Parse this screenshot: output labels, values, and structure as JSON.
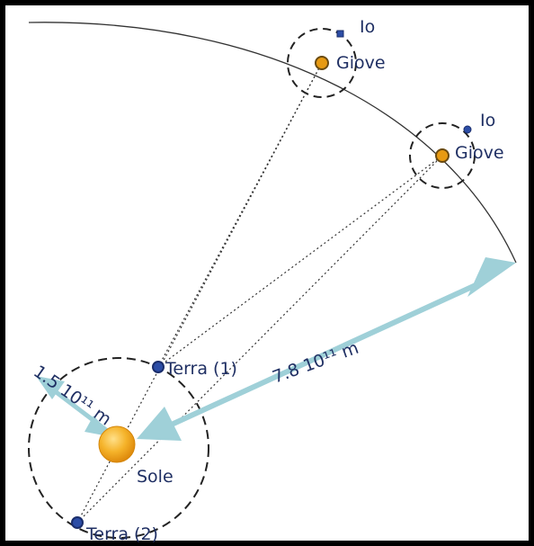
{
  "diagram": {
    "sun_label": "Sole",
    "earth1_label": "Terra (1)",
    "earth2_label": "Terra (2)",
    "jupiter1_label": "Giove",
    "jupiter2_label": "Giove",
    "io1_label": "Io",
    "io2_label": "Io",
    "earth_orbit_radius_label": "1.5 10¹¹ m",
    "jupiter_orbit_radius_label": "7.8 10¹¹ m"
  },
  "colors": {
    "label_text": "#1f2f63",
    "arrow": "#9fd0d8",
    "sun_fill": "#f2a81b",
    "planet_fill": "#e79a13",
    "earth_fill": "#2c4da6",
    "line": "#333333"
  }
}
